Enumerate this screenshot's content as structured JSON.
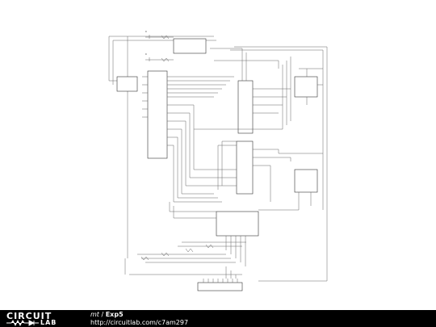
{
  "footer": {
    "logo_top": "CIRCUIT",
    "logo_bottom": "LAB",
    "owner": "mt",
    "separator": " / ",
    "title": "Exp5",
    "url": "http://circuitlab.com/c7am297"
  },
  "colors": {
    "footer_bg": "#000000",
    "wire": "#666666",
    "component": "#333333"
  }
}
